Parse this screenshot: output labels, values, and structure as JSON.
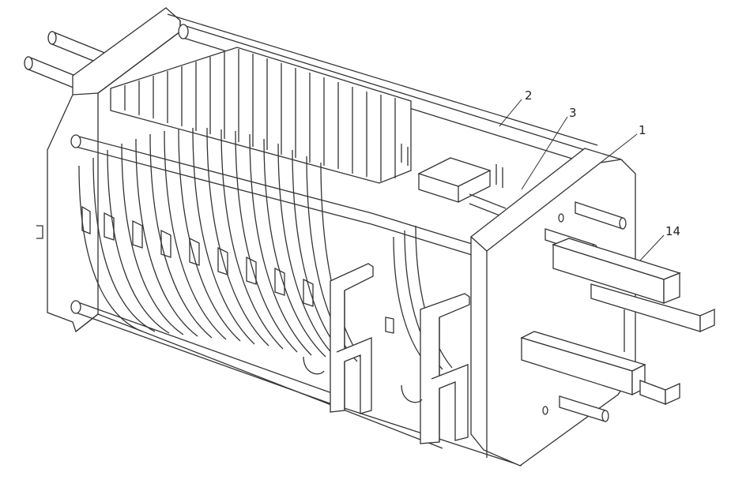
{
  "diagram": {
    "labels": [
      {
        "id": "frame",
        "text": "2"
      },
      {
        "id": "connector",
        "text": "3"
      },
      {
        "id": "end-plate",
        "text": "1"
      },
      {
        "id": "hydraulic-cylinder",
        "text": "14"
      }
    ],
    "stroke_color": "#333333",
    "background": "#ffffff"
  }
}
